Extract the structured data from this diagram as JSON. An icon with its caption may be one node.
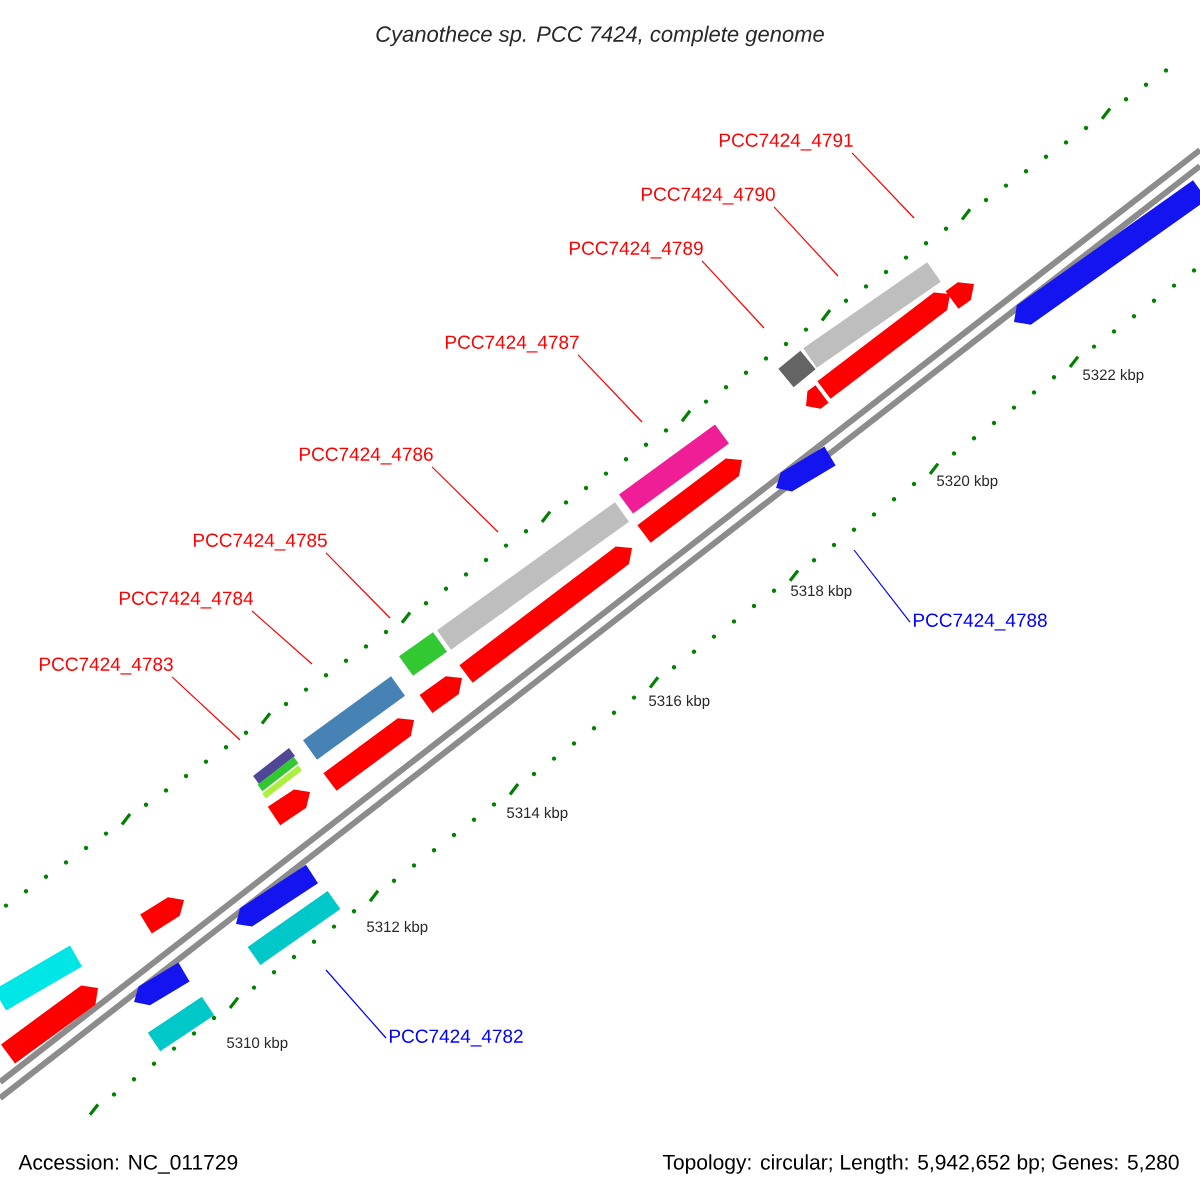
{
  "diagram": {
    "title": "Cyanothece sp. PCC 7424, complete genome",
    "nodes": [
      {
        "text": [
          "PCC7424_4783"
        ]
      },
      {
        "text": [
          "PCC7424_4784"
        ]
      },
      {
        "text": [
          "PCC7424_4785"
        ]
      },
      {
        "text": [
          "PCC7424_4786"
        ]
      },
      {
        "text": [
          "PCC7424_4787"
        ]
      },
      {
        "text": [
          "PCC7424_4789"
        ]
      },
      {
        "text": [
          "PCC7424_4790"
        ]
      },
      {
        "text": [
          "PCC7424_4791"
        ]
      },
      {
        "text": [
          "PCC7424_4788"
        ]
      },
      {
        "text": [
          "PCC7424_4782"
        ]
      }
    ],
    "edges": [
      {
        "from": 0,
        "to": null,
        "arrow": "none"
      },
      {
        "from": 1,
        "to": null,
        "arrow": "none"
      },
      {
        "from": 2,
        "to": null,
        "arrow": "none"
      },
      {
        "from": 3,
        "to": null,
        "arrow": "none"
      },
      {
        "from": 4,
        "to": null,
        "arrow": "none"
      },
      {
        "from": 5,
        "to": null,
        "arrow": "none"
      },
      {
        "from": 6,
        "to": null,
        "arrow": "none"
      },
      {
        "from": 7,
        "to": null,
        "arrow": "none"
      },
      {
        "from": 8,
        "to": null,
        "arrow": "none",
        "color": "#0000ff"
      },
      {
        "from": 9,
        "to": null,
        "arrow": "none",
        "color": "#0000ff"
      }
    ],
    "labels": [
      "5322 kbp",
      "5320 kbp",
      "5318 kbp",
      "5316 kbp",
      "5314 kbp",
      "5312 kbp",
      "5310 kbp",
      "Accession: NC_011729",
      "Topology: circular; Length: 5,942,652 bp; Genes: 5,280"
    ]
  }
}
